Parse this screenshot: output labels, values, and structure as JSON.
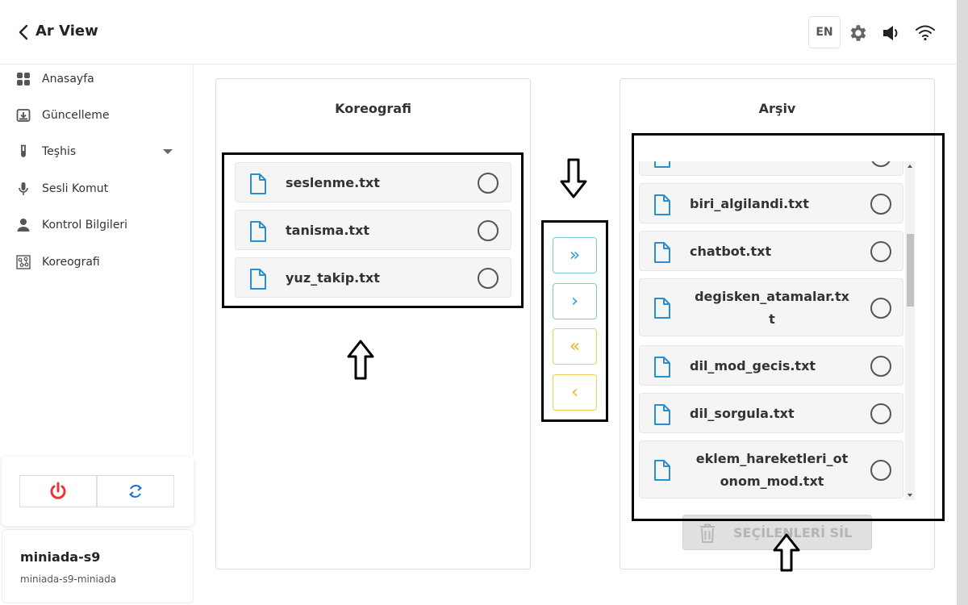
{
  "header": {
    "title": "Ar View",
    "lang": "EN"
  },
  "sidebar": {
    "items": [
      {
        "label": "Anasayfa"
      },
      {
        "label": "Güncelleme"
      },
      {
        "label": "Teşhis"
      },
      {
        "label": "Sesli Komut"
      },
      {
        "label": "Kontrol Bilgileri"
      },
      {
        "label": "Koreografi"
      }
    ]
  },
  "device": {
    "name": "miniada-s9",
    "sub": "miniada-s9-miniada"
  },
  "left_panel": {
    "title": "Koreografi",
    "files": [
      "seslenme.txt",
      "tanisma.txt",
      "yuz_takip.txt"
    ]
  },
  "right_panel": {
    "title": "Arşiv",
    "files": [
      {
        "line1": "biri_algilandi.txt",
        "line2": ""
      },
      {
        "line1": "chatbot.txt",
        "line2": ""
      },
      {
        "line1": "degisken_atamalar.tx",
        "line2": "t"
      },
      {
        "line1": "dil_mod_gecis.txt",
        "line2": ""
      },
      {
        "line1": "dil_sorgula.txt",
        "line2": ""
      },
      {
        "line1": "eklem_hareketleri_ot",
        "line2": "onom_mod.txt"
      }
    ],
    "delete_label": "SEÇİLENLERİ SİL"
  },
  "controls": {
    "all_right": "»",
    "one_right": "›",
    "all_left": "«",
    "one_left": "‹"
  },
  "colors": {
    "accent_blue": "#2aa0dc",
    "accent_yellow": "#e8b62b",
    "power_red": "#e53935",
    "refresh_blue": "#1e6fd9",
    "file_icon": "#2a8fd1"
  }
}
